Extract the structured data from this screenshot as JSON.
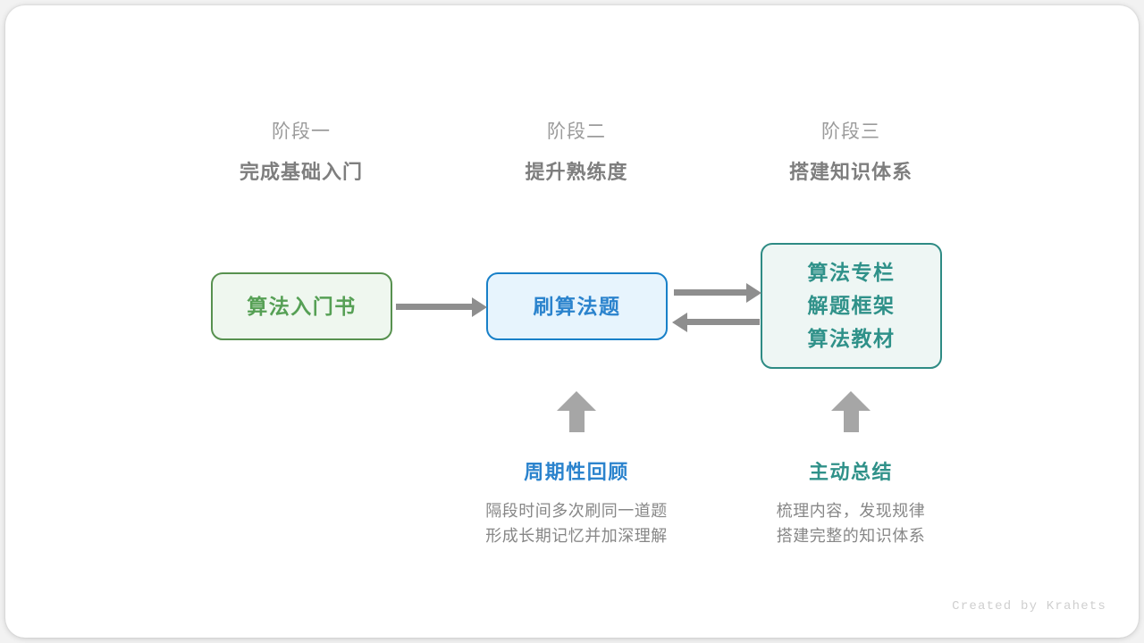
{
  "diagram": {
    "title_watermark": "Created by Krahets",
    "stages": [
      {
        "label": "阶段一",
        "title": "完成基础入门"
      },
      {
        "label": "阶段二",
        "title": "提升熟练度"
      },
      {
        "label": "阶段三",
        "title": "搭建知识体系"
      }
    ],
    "nodes": [
      {
        "id": "book",
        "lines": [
          "算法入门书"
        ],
        "border_color": "#57914f",
        "fill_color": "#eff7ef",
        "text_color": "#56a055"
      },
      {
        "id": "practice",
        "lines": [
          "刷算法题"
        ],
        "border_color": "#1880c8",
        "fill_color": "#e7f4fd",
        "text_color": "#2b83cd"
      },
      {
        "id": "resources",
        "lines": [
          "算法专栏",
          "解题框架",
          "算法教材"
        ],
        "border_color": "#2e8b84",
        "fill_color": "#eef6f4",
        "text_color": "#2f9189"
      }
    ],
    "connectors": [
      {
        "from": "book",
        "to": "practice",
        "direction": "right",
        "color": "#8e8e8e"
      },
      {
        "from": "practice",
        "to": "resources",
        "direction": "right",
        "color": "#8e8e8e"
      },
      {
        "from": "resources",
        "to": "practice",
        "direction": "left",
        "color": "#8e8e8e"
      }
    ],
    "notes": [
      {
        "id": "review",
        "title": "周期性回顾",
        "title_color": "#2b83cd",
        "desc_lines": [
          "隔段时间多次刷同一道题",
          "形成长期记忆并加深理解"
        ],
        "arrow_color": "#a6a6a6"
      },
      {
        "id": "summary",
        "title": "主动总结",
        "title_color": "#2f9189",
        "desc_lines": [
          "梳理内容，发现规律",
          "搭建完整的知识体系"
        ],
        "arrow_color": "#a6a6a6"
      }
    ]
  }
}
